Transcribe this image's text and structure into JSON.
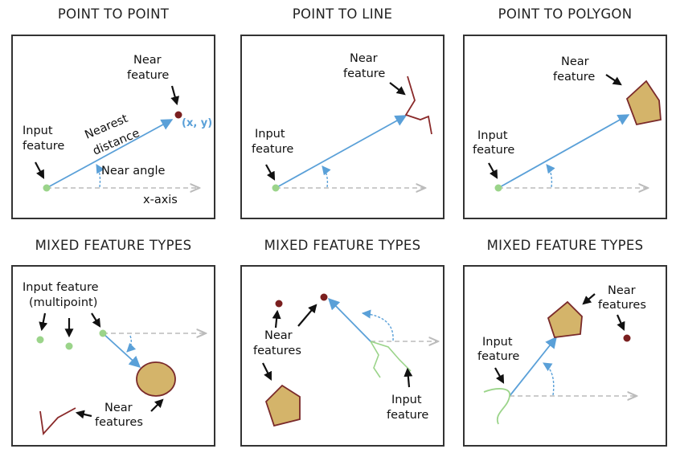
{
  "panels": [
    {
      "title": "POINT TO POINT",
      "labels": {
        "near_feature_1": "Near",
        "near_feature_2": "feature",
        "input_feature_1": "Input",
        "input_feature_2": "feature",
        "nearest_distance_1": "Nearest",
        "nearest_distance_2": "distance",
        "coords": "(x, y)",
        "near_angle": "Near angle",
        "x_axis": "x-axis"
      }
    },
    {
      "title": "POINT TO LINE",
      "labels": {
        "near_feature_1": "Near",
        "near_feature_2": "feature",
        "input_feature_1": "Input",
        "input_feature_2": "feature"
      }
    },
    {
      "title": "POINT TO POLYGON",
      "labels": {
        "near_feature_1": "Near",
        "near_feature_2": "feature",
        "input_feature_1": "Input",
        "input_feature_2": "feature"
      }
    },
    {
      "title": "MIXED FEATURE TYPES",
      "labels": {
        "input_feature_1": "Input feature",
        "input_feature_2": "(multipoint)",
        "near_features_1": "Near",
        "near_features_2": "features"
      }
    },
    {
      "title": "MIXED FEATURE TYPES",
      "labels": {
        "near_features_1": "Near",
        "near_features_2": "features",
        "input_feature_1": "Input",
        "input_feature_2": "feature"
      }
    },
    {
      "title": "MIXED FEATURE TYPES",
      "labels": {
        "near_features_1": "Near",
        "near_features_2": "features",
        "input_feature_1": "Input",
        "input_feature_2": "feature"
      }
    }
  ],
  "colors": {
    "input_point": "#9bd48a",
    "near_point": "#7a1f1f",
    "near_line": "#8a2a2a",
    "polygon_fill": "#d4b46a",
    "polygon_stroke": "#7a2a2a",
    "distance_arrow": "#5aa0d8",
    "axis_dashed": "#bbbbbb",
    "input_line": "#9bd48a"
  }
}
